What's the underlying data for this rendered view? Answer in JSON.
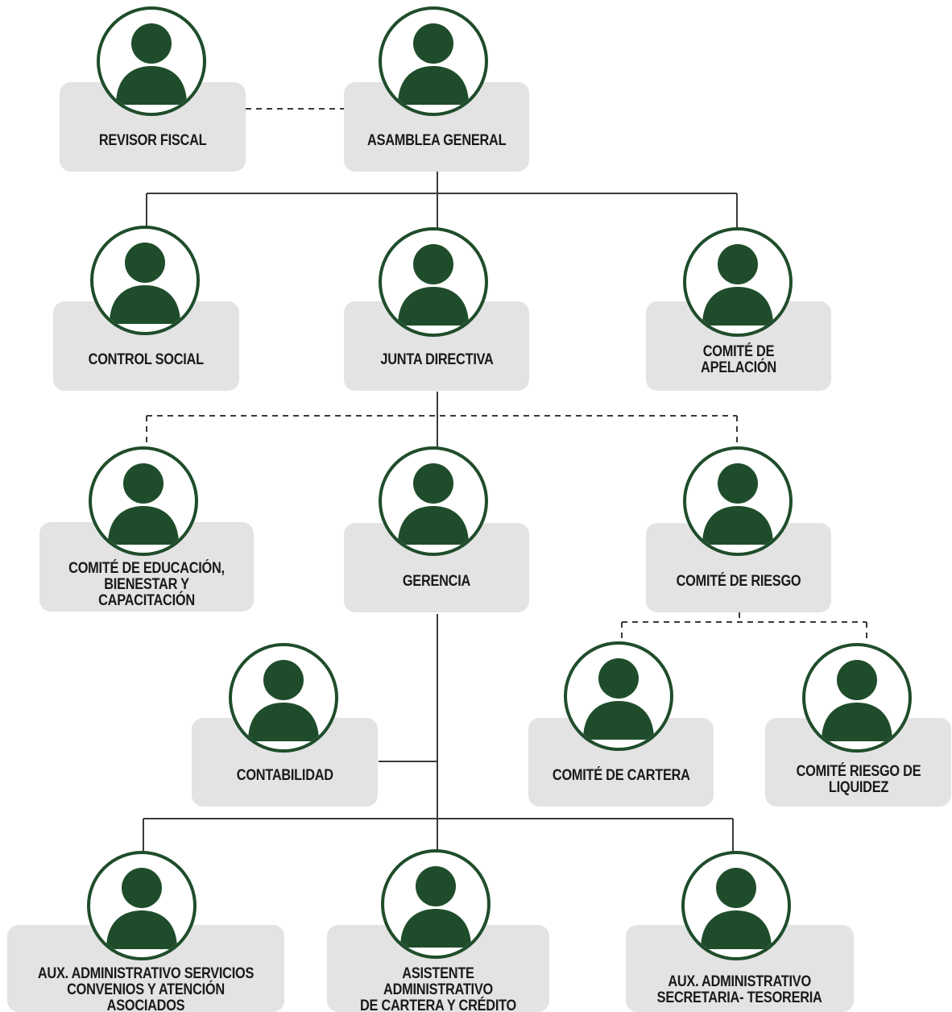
{
  "colors": {
    "accent": "#1f4d2b",
    "box_bg": "#e3e3e3",
    "line": "#3a3a3a"
  },
  "icon": "person-icon",
  "nodes": {
    "revisor_fiscal": "REVISOR FISCAL",
    "asamblea_general": "ASAMBLEA GENERAL",
    "control_social": "CONTROL SOCIAL",
    "junta_directiva": "JUNTA DIRECTIVA",
    "comite_apelacion": "COMITÉ DE APELACIÓN",
    "comite_educacion": "COMITÉ DE EDUCACIÓN,\nBIENESTAR Y CAPACITACIÓN",
    "gerencia": "GERENCIA",
    "comite_riesgo": "COMITÉ DE RIESGO",
    "contabilidad": "CONTABILIDAD",
    "comite_cartera": "COMITÉ DE CARTERA",
    "comite_riesgo_liquidez": "COMITÉ RIESGO DE\nLIQUIDEZ",
    "aux_servicios": "AUX. ADMINISTRATIVO SERVICIOS\nCONVENIOS Y ATENCIÓN ASOCIADOS",
    "asistente_cartera": "ASISTENTE ADMINISTRATIVO\nDE CARTERA Y CRÉDITO",
    "aux_secretaria": "AUX. ADMINISTRATIVO\nSECRETARIA- TESORERIA"
  }
}
